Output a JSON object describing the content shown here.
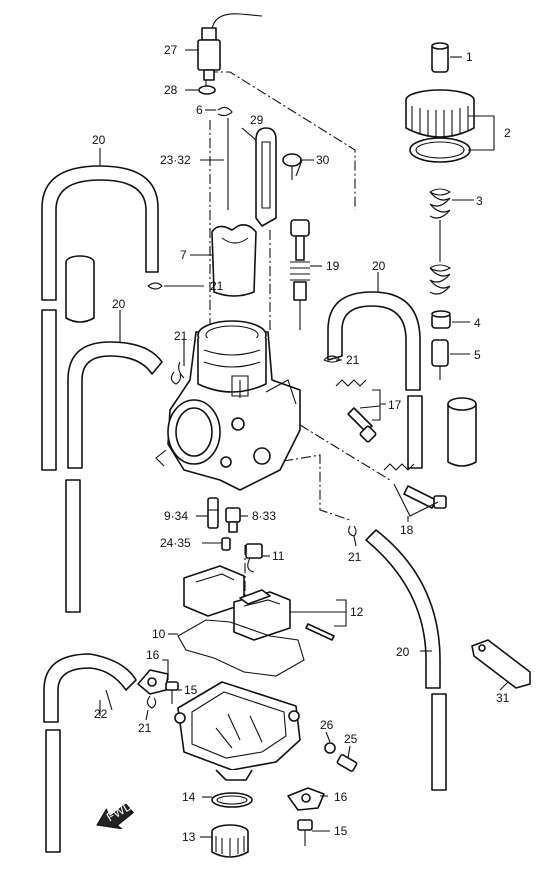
{
  "callouts": {
    "c1": "1",
    "c2": "2",
    "c3": "3",
    "c4": "4",
    "c5": "5",
    "c6": "6",
    "c7": "7",
    "c9_34": "9·34",
    "c8_33": "8·33",
    "c10": "10",
    "c11": "11",
    "c12": "12",
    "c13": "13",
    "c14": "14",
    "c15a": "15",
    "c15b": "15",
    "c16a": "16",
    "c16b": "16",
    "c17": "17",
    "c18": "18",
    "c19": "19",
    "c20a": "20",
    "c20b": "20",
    "c20c": "20",
    "c20d": "20",
    "c21a": "21",
    "c21b": "21",
    "c21c": "21",
    "c21d": "21",
    "c21e": "21",
    "c22": "22",
    "c23_32": "23·32",
    "c24_35": "24·35",
    "c25": "25",
    "c26": "26",
    "c27": "27",
    "c28": "28",
    "c29": "29",
    "c30": "30",
    "c31": "31"
  },
  "fwd_mark": "FWD"
}
